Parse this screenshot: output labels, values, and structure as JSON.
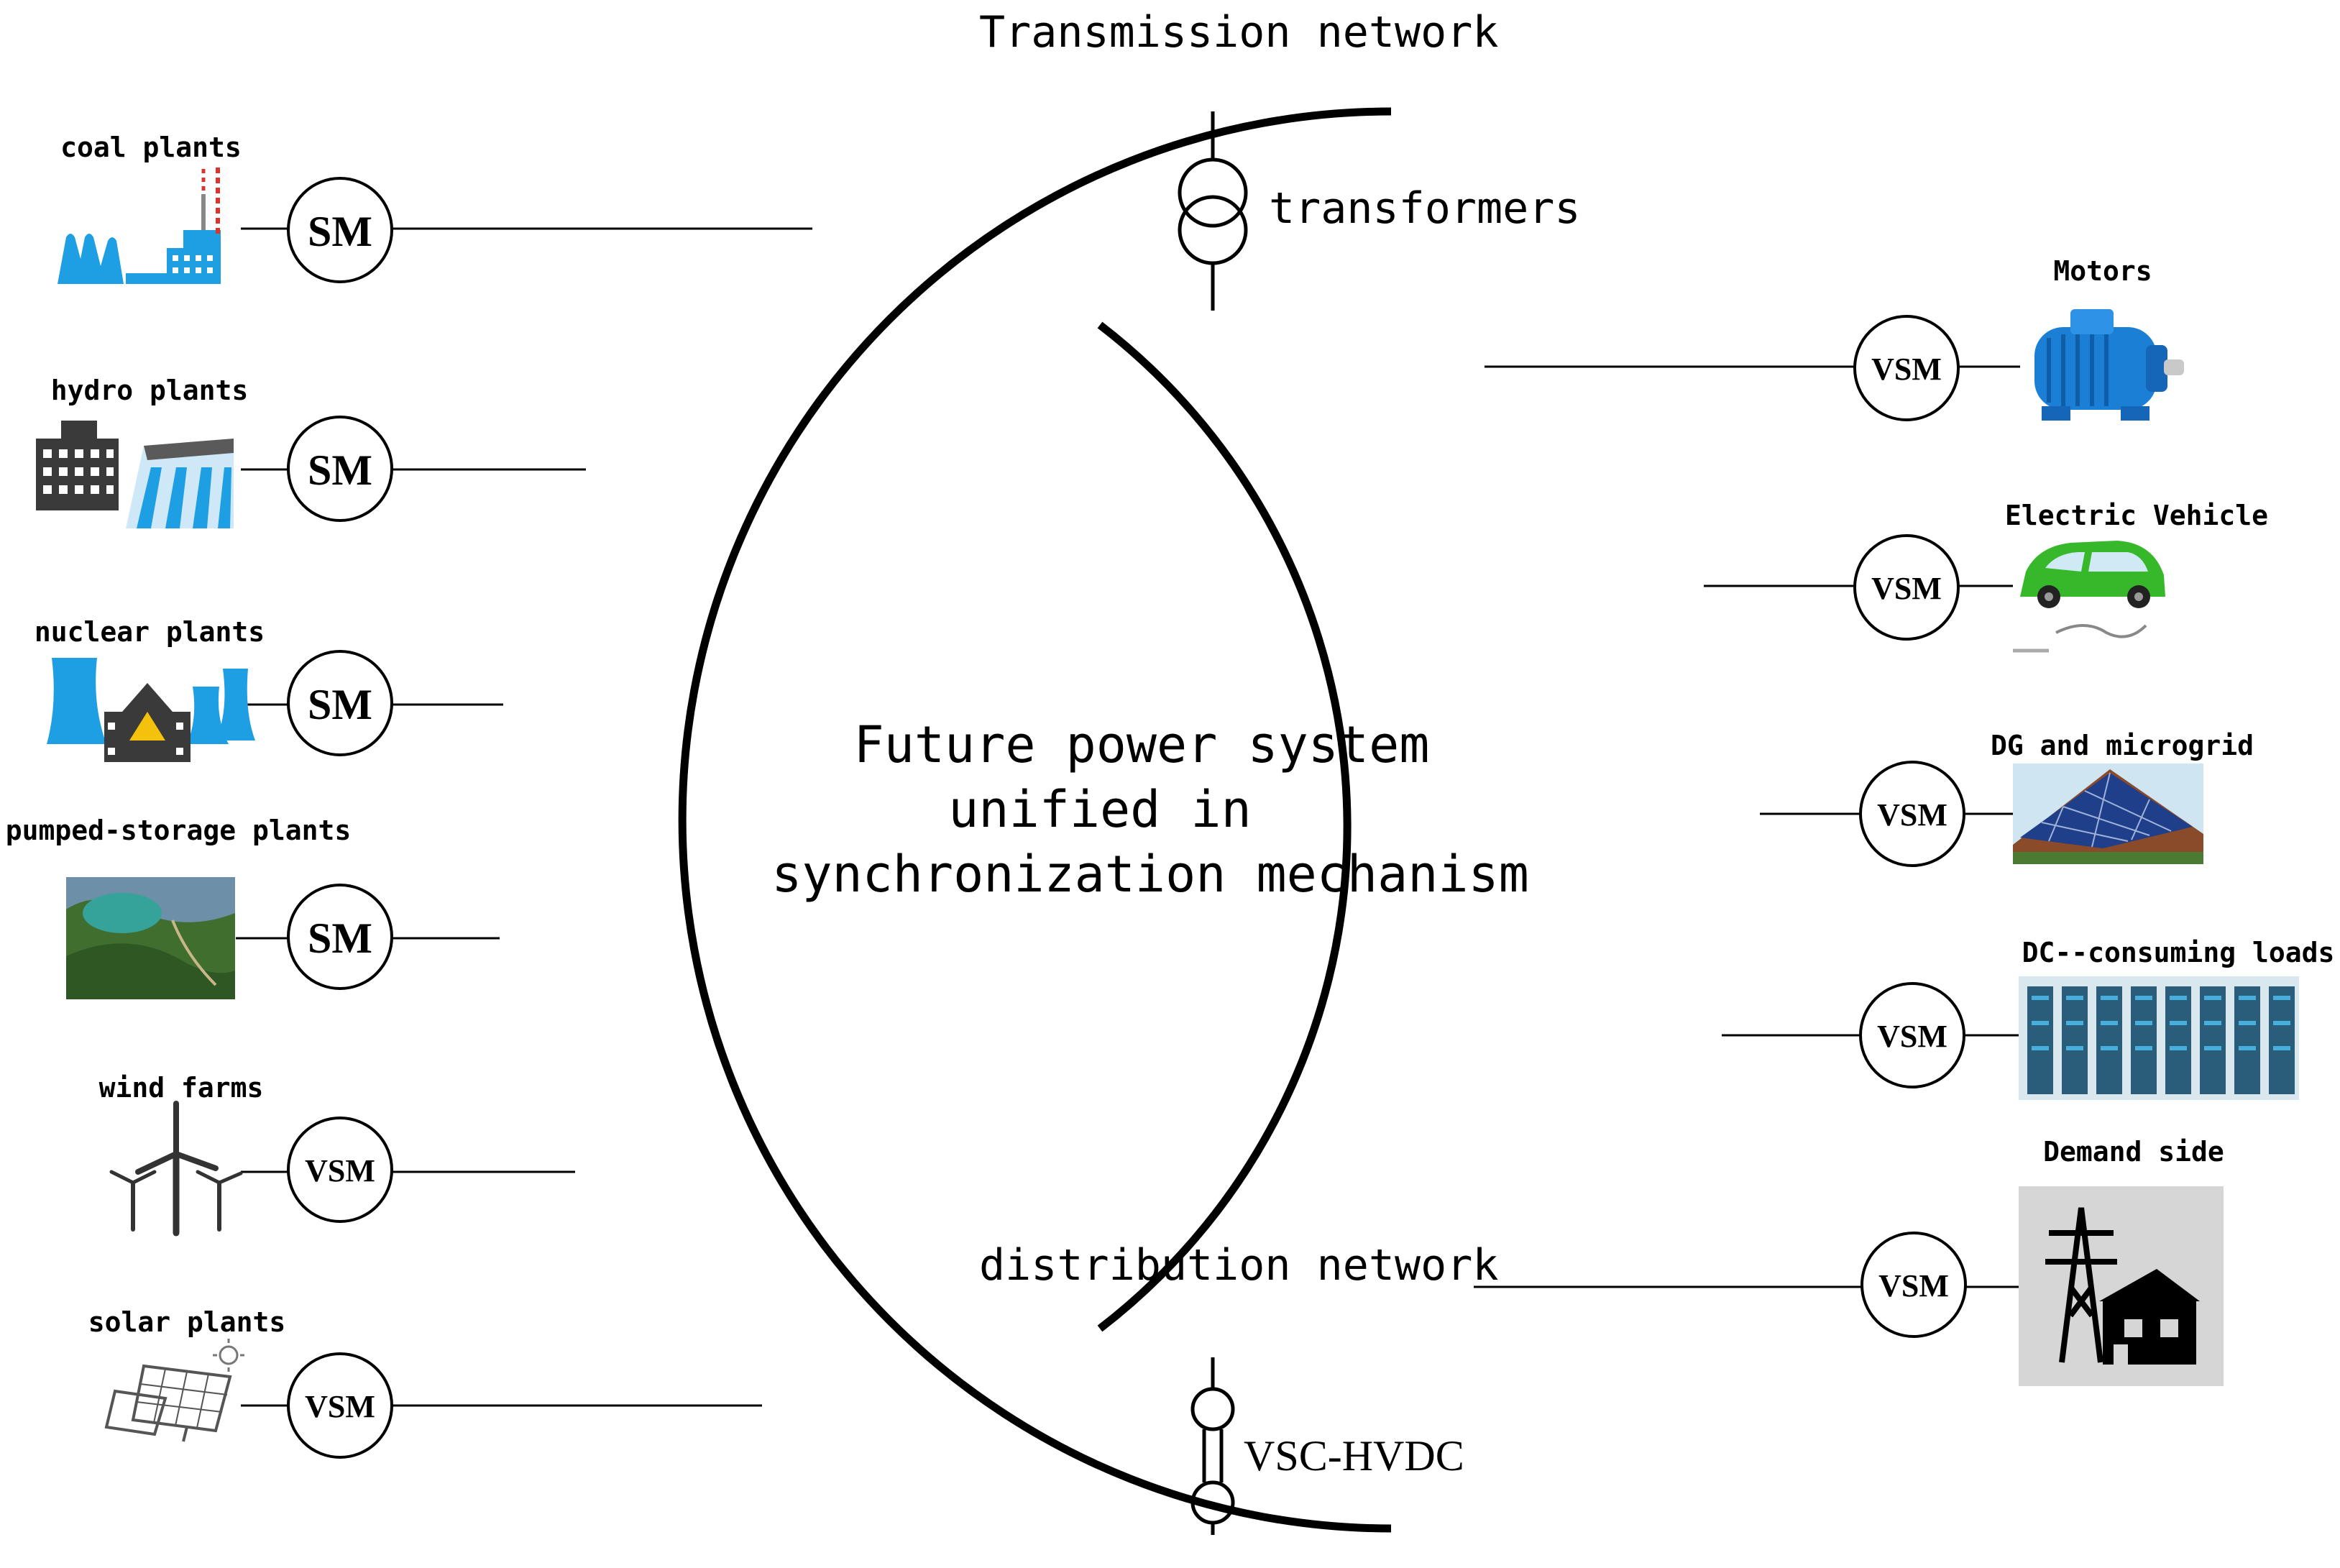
{
  "title": {
    "line1": "Future power system",
    "line2": "unified in",
    "line3": "synchronization mechanism"
  },
  "networks": {
    "transmission": "Transmission network",
    "distribution": "distribution network",
    "transformers": "transformers",
    "vsc_hvdc": "VSC-HVDC"
  },
  "left_sources": [
    {
      "label": "coal plants",
      "machine": "SM",
      "icon": "coal-plant-icon"
    },
    {
      "label": "hydro plants",
      "machine": "SM",
      "icon": "hydro-plant-icon"
    },
    {
      "label": "nuclear plants",
      "machine": "SM",
      "icon": "nuclear-plant-icon"
    },
    {
      "label": "pumped-storage plants",
      "machine": "SM",
      "icon": "pumped-storage-icon"
    },
    {
      "label": "wind farms",
      "machine": "VSM",
      "icon": "wind-turbine-icon"
    },
    {
      "label": "solar plants",
      "machine": "VSM",
      "icon": "solar-panel-icon"
    }
  ],
  "right_loads": [
    {
      "label": "Motors",
      "machine": "VSM",
      "icon": "motor-icon"
    },
    {
      "label": "Electric Vehicle",
      "machine": "VSM",
      "icon": "electric-vehicle-icon"
    },
    {
      "label": "DG and microgrid",
      "machine": "VSM",
      "icon": "rooftop-solar-icon"
    },
    {
      "label": "DC--consuming loads",
      "machine": "VSM",
      "icon": "server-rack-icon"
    },
    {
      "label": "Demand side",
      "machine": "VSM",
      "icon": "pylon-house-icon"
    }
  ],
  "colors": {
    "line": "#000000",
    "icon_blue": "#1e9fe3",
    "icon_dark": "#3a3a3a",
    "motor_blue": "#1b7fd6",
    "car_green": "#36b82a",
    "grass": "#3f6e2e"
  }
}
